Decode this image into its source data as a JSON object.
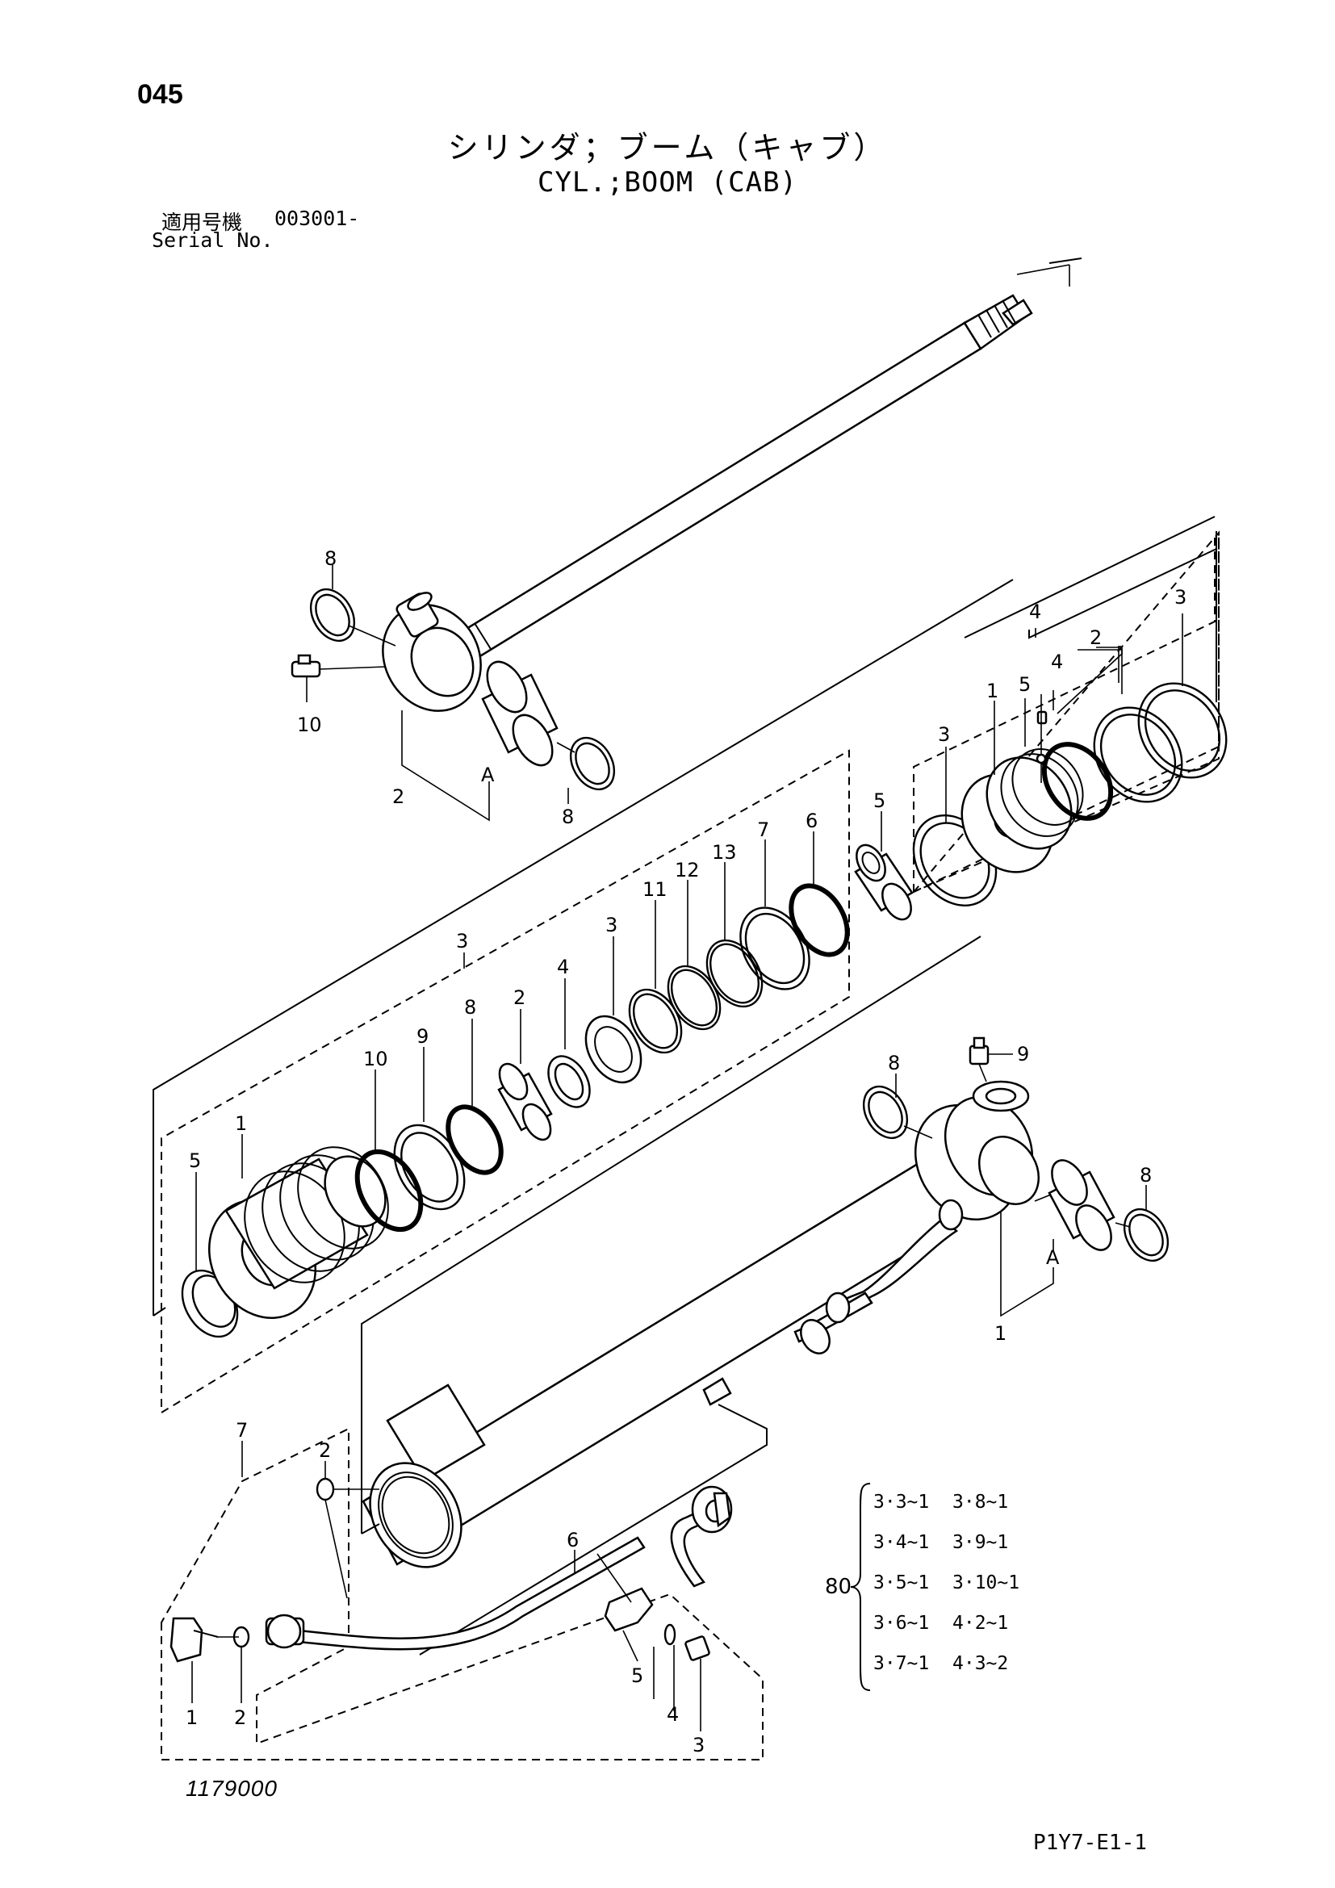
{
  "header": {
    "page_number": "045",
    "title_jp": "シリンダ；ブーム（キャブ）",
    "title_en": "CYL.;BOOM (CAB)",
    "serial_label_jp": "適用号機",
    "serial_range": "003001-",
    "serial_label_en": "Serial No."
  },
  "footer": {
    "drawing_number": "1179000",
    "sheet_code": "P1Y7-E1-1"
  },
  "callouts": {
    "rod_end_oring_top": "8",
    "rod_grease_fitting": "10",
    "rod_assembly": "2",
    "rod_bushing_ref": "A",
    "rod_end_oring_bottom": "8",
    "piston_group": "4",
    "piston_nut": "3",
    "piston": "1",
    "piston_setscrew": "5",
    "piston_setscrew_2": "4",
    "piston_seal": "2",
    "piston_ring": "3",
    "cushion_bearing": "5",
    "head_group": "3",
    "head_oring_6": "6",
    "head_ring_7": "7",
    "head_ring_13": "13",
    "head_ring_12": "12",
    "head_ring_11": "11",
    "head_seal_3": "3",
    "head_ring_4": "4",
    "head_bushing_2": "2",
    "head_oring_8": "8",
    "head_ring_9": "9",
    "head_ring_10": "10",
    "cylinder_head": "1",
    "head_wiper": "5",
    "tube_grease_fitting": "9",
    "tube_oring_top": "8",
    "tube_oring_right": "8",
    "tube_bushing_ref": "A",
    "tube_assembly": "1",
    "pipe_group": "7",
    "pipe_oring_top": "2",
    "pipe_line": "6",
    "pipe_fitting": "1",
    "pipe_oring_bottom": "2",
    "pipe_clamp": "5",
    "pipe_washer": "4",
    "pipe_bolt": "3"
  },
  "seal_kit": {
    "number": "80",
    "items_left": [
      "3·3~1",
      "3·4~1",
      "3·5~1",
      "3·6~1",
      "3·7~1"
    ],
    "items_right": [
      "3·8~1",
      "3·9~1",
      "3·10~1",
      "4·2~1",
      "4·3~2"
    ]
  }
}
